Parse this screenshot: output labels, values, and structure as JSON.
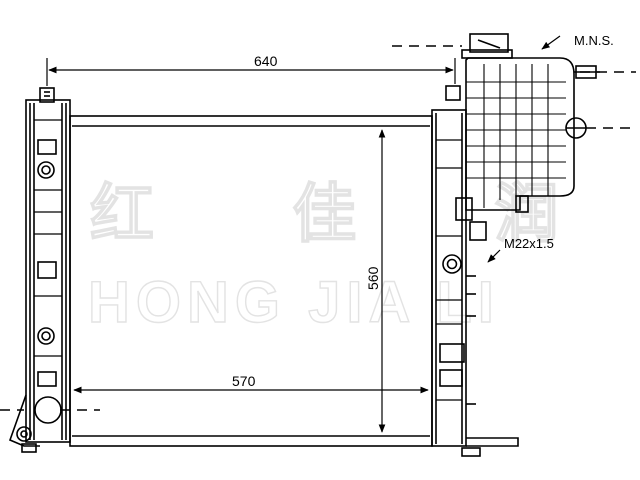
{
  "drawing": {
    "dimensions": {
      "top_width": "640",
      "core_width": "570",
      "core_height": "560"
    },
    "labels": {
      "tank_note": "M.N.S.",
      "thread": "M22x1.5"
    },
    "watermark": {
      "chinese": "红 佳 润",
      "latin": "HONG JIA LI"
    },
    "colors": {
      "line": "#000000",
      "watermark": "#e3e3e3",
      "background": "#ffffff"
    }
  }
}
